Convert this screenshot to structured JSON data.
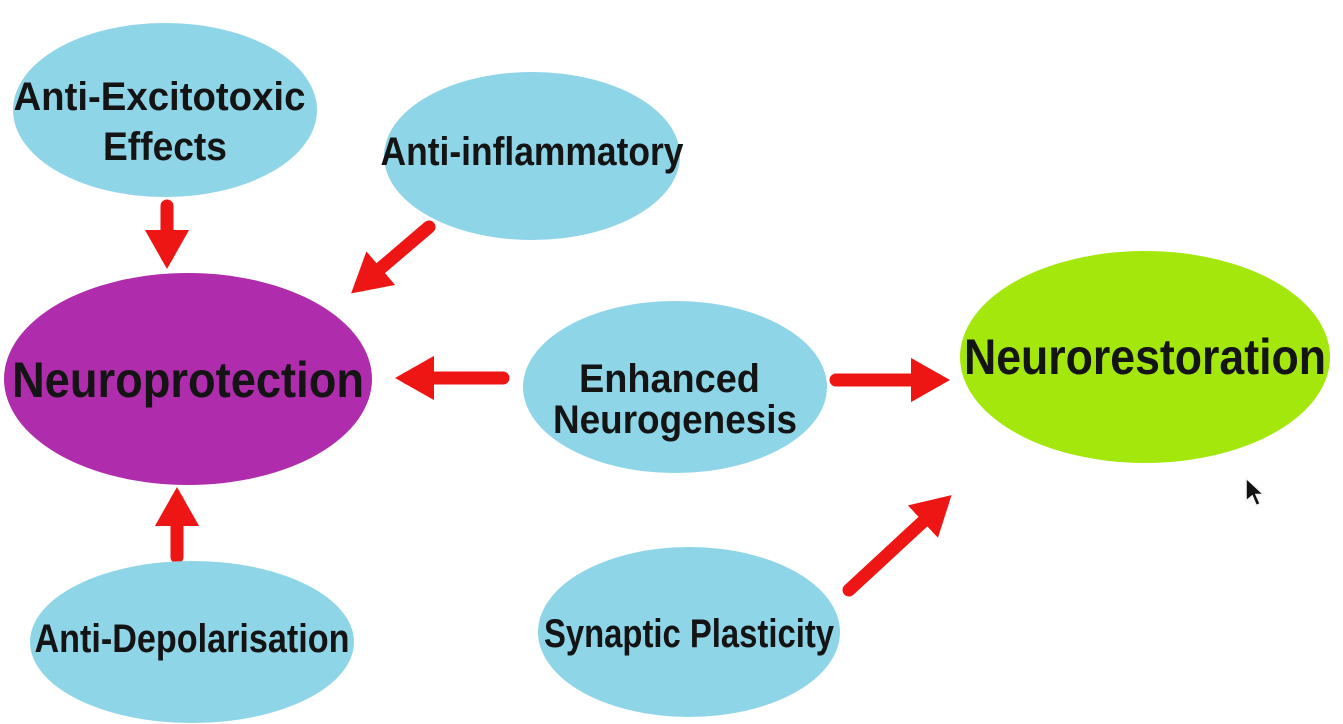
{
  "diagram": {
    "title_hint": "Neuroprotection and Neurorestoration mechanisms concept map",
    "background_color": "#ffffff",
    "colors": {
      "node_blue": "#8ED5E7",
      "node_purple": "#AF2CAC",
      "node_green": "#A4E70D",
      "arrow_red": "#EE1515",
      "label_text": "#141414"
    },
    "nodes": {
      "anti_excitotoxic": {
        "label_line1": "Anti-Excitotoxic",
        "label_line2": "Effects"
      },
      "anti_inflammatory": {
        "label": "Anti-inflammatory"
      },
      "neuroprotection": {
        "label": "Neuroprotection"
      },
      "enhanced_neurogenesis": {
        "label_line1": "Enhanced",
        "label_line2": "Neurogenesis"
      },
      "neurorestoration": {
        "label": "Neurorestoration"
      },
      "anti_depolarisation": {
        "label": "Anti-Depolarisation"
      },
      "synaptic_plasticity": {
        "label": "Synaptic Plasticity"
      }
    },
    "edges": [
      {
        "from": "Anti-Excitotoxic Effects",
        "to": "Neuroprotection"
      },
      {
        "from": "Anti-inflammatory",
        "to": "Neuroprotection"
      },
      {
        "from": "Enhanced Neurogenesis",
        "to": "Neuroprotection"
      },
      {
        "from": "Enhanced Neurogenesis",
        "to": "Neurorestoration"
      },
      {
        "from": "Anti-Depolarisation",
        "to": "Neuroprotection"
      },
      {
        "from": "Synaptic Plasticity",
        "to": "Neurorestoration"
      }
    ],
    "cursor": {
      "icon": "mouse-arrow-cursor"
    }
  }
}
